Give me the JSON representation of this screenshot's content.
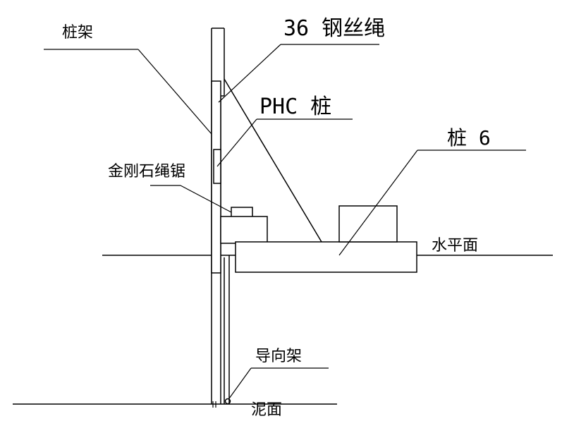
{
  "labels": {
    "pile_frame": "桩架",
    "wire_rope": "36 钢丝绳",
    "phc_pile": "PHC 桩",
    "pile_6": "桩 6",
    "diamond_saw": "金刚石绳锯",
    "water_level": "水平面",
    "guide_frame": "导向架",
    "mud_surface": "泥面"
  }
}
